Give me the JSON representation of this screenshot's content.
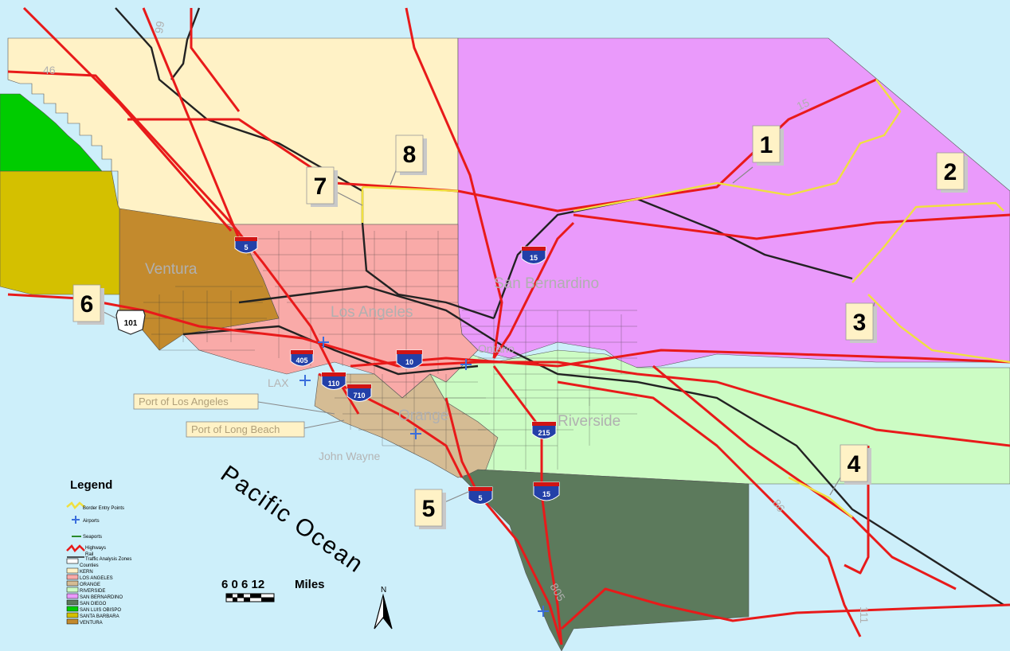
{
  "map": {
    "county_labels": {
      "ventura": "Ventura",
      "los_angeles": "Los Angeles",
      "san_bernardino": "San Bernardino",
      "orange": "Orange",
      "riverside": "Riverside",
      "ontario": "Ontario"
    },
    "airports": {
      "lax": "LAX",
      "john_wayne": "John Wayne"
    },
    "ports": {
      "los_angeles": "Port of Los Angeles",
      "long_beach": "Port of Long Beach"
    },
    "ocean_label": "Pacific Ocean",
    "route_labels": {
      "r46": "46",
      "r99": "99",
      "r15": "15",
      "r86": "86",
      "r805": "805",
      "r111": "111"
    },
    "shields": {
      "i5_north": "5",
      "i15_north": "15",
      "i405": "405",
      "i10": "10",
      "i110": "110",
      "i710": "710",
      "i215": "215",
      "i5_south": "5",
      "i15_south": "15",
      "us101": "101"
    },
    "markers": [
      "1",
      "2",
      "3",
      "4",
      "5",
      "6",
      "7",
      "8"
    ]
  },
  "legend": {
    "title": "Legend",
    "items": [
      "Border Entry Points",
      "Airports",
      "Seaports",
      "Highways",
      "Rail",
      "Traffic Analysis Zones",
      "Counties",
      "KERN",
      "LOS ANGELES",
      "ORANGE",
      "RIVERSIDE",
      "SAN BERNARDINO",
      "SAN DIEGO",
      "SAN LUIS OBISPO",
      "SANTA BARBARA",
      "VENTURA"
    ],
    "swatches": [
      "#fff2c6",
      "#f9aaa8",
      "#d5bc94",
      "#ccfcc4",
      "#ea9afb",
      "#5c7a5c",
      "#00cc00",
      "#d4c000",
      "#c38a2d"
    ]
  },
  "scale": {
    "ticks": "6 0 6 12",
    "unit": "Miles"
  },
  "north_label": "N",
  "colors": {
    "ocean": "#cdeffa",
    "kern": "#fff2c6",
    "los_angeles": "#f9aaa8",
    "san_bernardino": "#ea9afb",
    "riverside": "#ccfcc4",
    "orange": "#d5bc94",
    "san_diego": "#5c7a5c",
    "ventura": "#c38a2d",
    "santa_barbara": "#d4c000",
    "san_luis_obispo": "#00cc00",
    "highway": "#e81a1a",
    "border_route": "#f0e040",
    "rail": "#222222"
  }
}
